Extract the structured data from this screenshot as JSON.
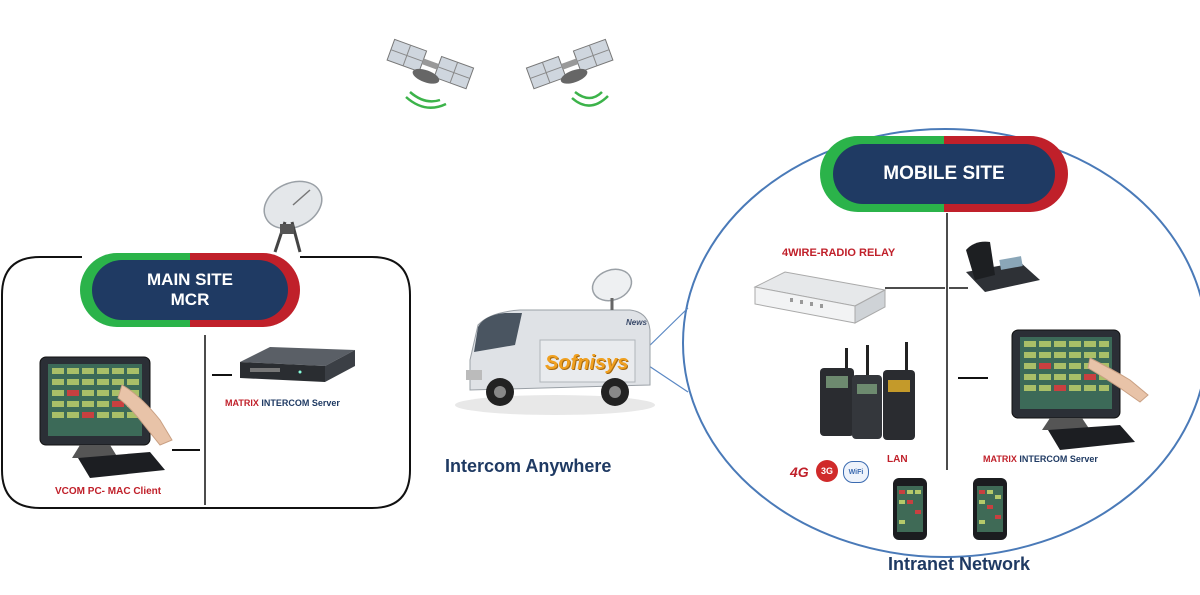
{
  "main_site": {
    "title_line1": "MAIN SITE",
    "title_line2": "MCR",
    "server_label_brand": "MATRIX",
    "server_label_rest": "INTERCOM Server",
    "client_label": "VCOM  PC- MAC  Client"
  },
  "center": {
    "label": "Intercom Anywhere",
    "van_brand": "Sofnisys",
    "van_badge": "News"
  },
  "mobile_site": {
    "title": "MOBILE SITE",
    "relay_label": "4WIRE-RADIO RELAY",
    "lan_label": "LAN",
    "server_label_brand": "MATRIX",
    "server_label_rest": "INTERCOM Server",
    "network_label": "Intranet Network",
    "badge_4g": "4G",
    "badge_3g": "3G",
    "badge_wifi": "WiFi"
  },
  "colors": {
    "navy": "#1f3a63",
    "green": "#2bb34a",
    "red": "#c0202a",
    "circle_stroke": "#4a7ab8"
  }
}
